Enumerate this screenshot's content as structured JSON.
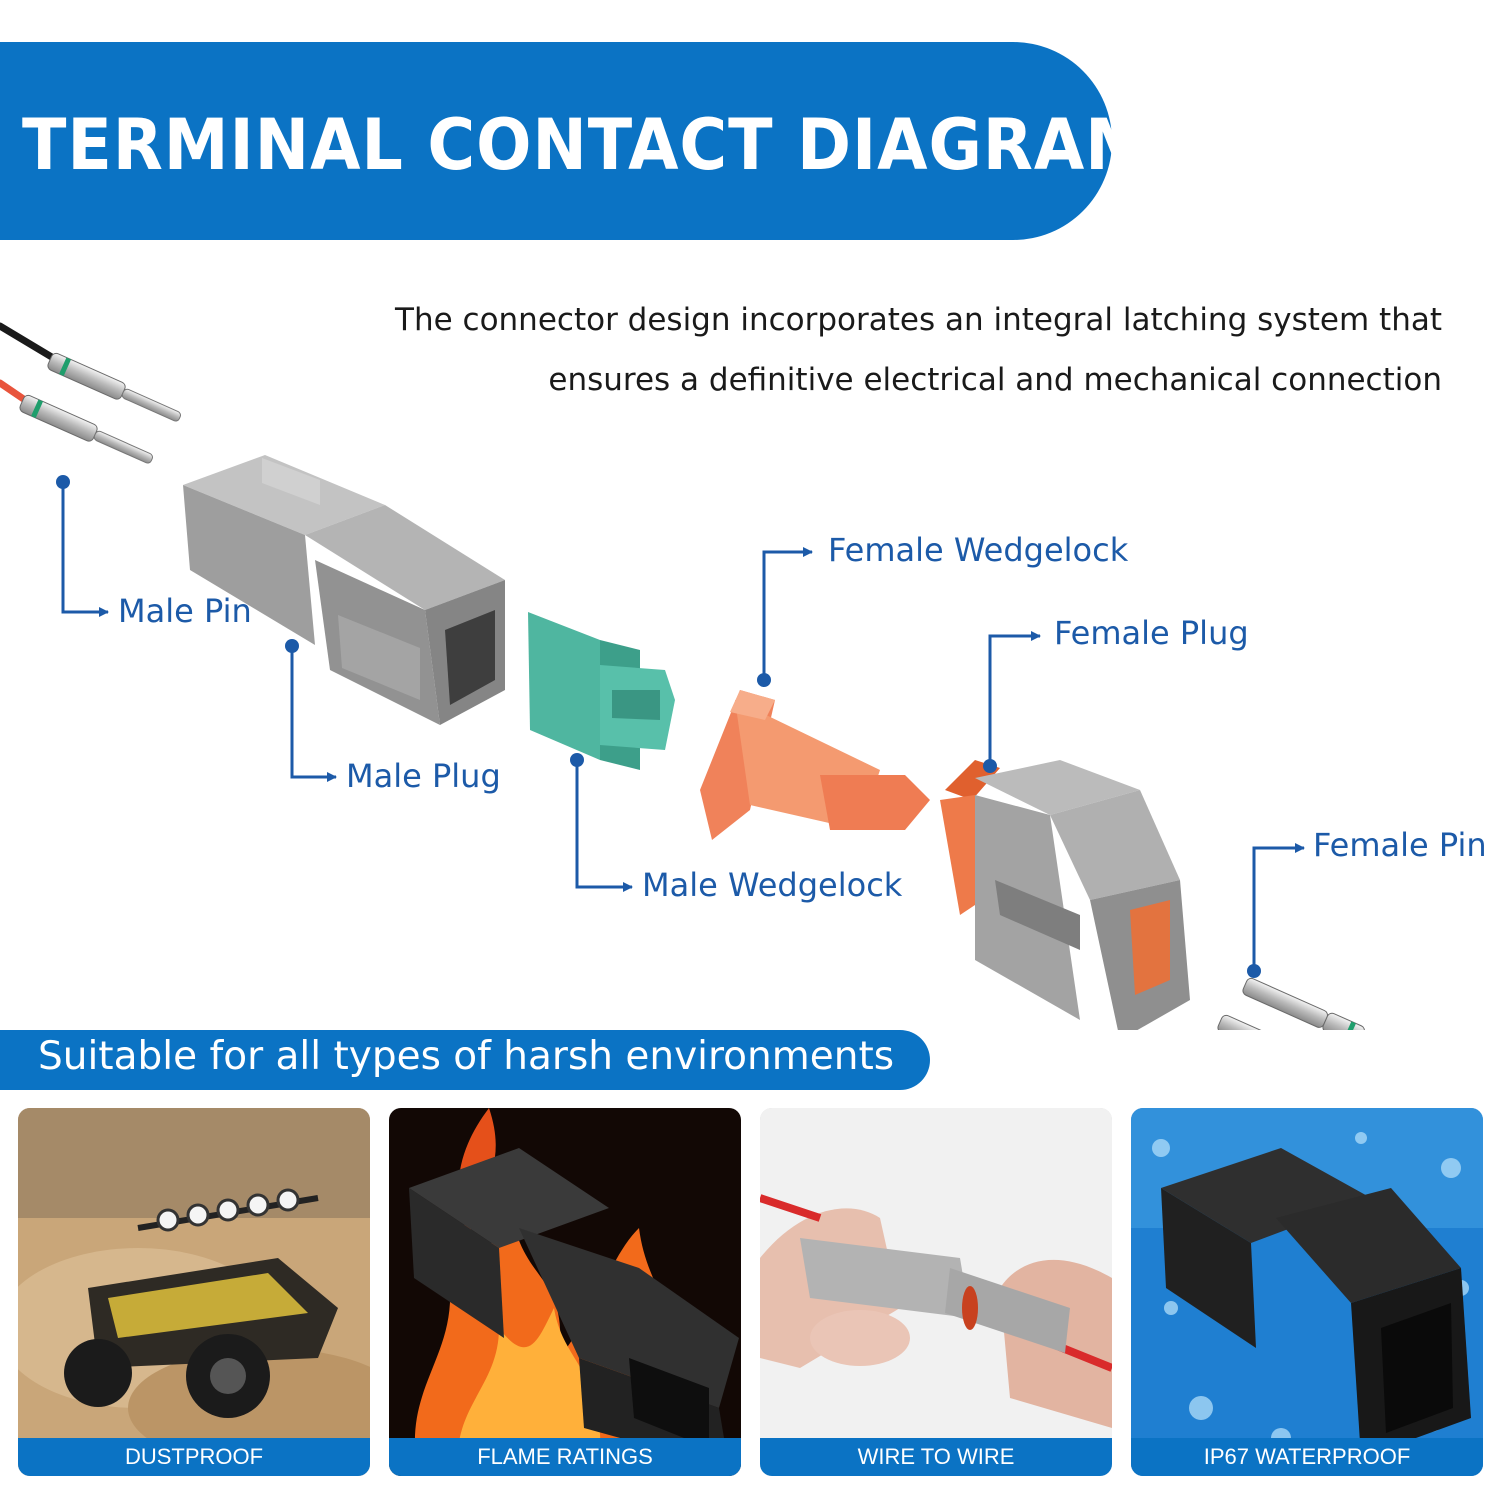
{
  "header": {
    "title": "TERMINAL CONTACT DIAGRAM",
    "description_line1": "The connector design incorporates an integral latching system that",
    "description_line2": "ensures a definitive electrical and mechanical connection"
  },
  "parts": {
    "male_pin": "Male Pin",
    "male_plug": "Male Plug",
    "male_wedgelock": "Male  Wedgelock",
    "female_wedgelock": "Female Wedgelock",
    "female_plug": "Female Plug",
    "female_pin": "Female Pin"
  },
  "environments": {
    "banner": "Suitable for all types of harsh environments",
    "cards": [
      {
        "caption": "DUSTPROOF"
      },
      {
        "caption": "FLAME RATINGS"
      },
      {
        "caption": "WIRE TO WIRE"
      },
      {
        "caption": "IP67 WATERPROOF"
      }
    ]
  },
  "colors": {
    "brand_blue": "#0b73c4",
    "label_blue": "#1c5aa8",
    "male_wedgelock": "#4fb6a0",
    "female_wedgelock": "#f0825a",
    "connector_gray": "#9a9a9a"
  }
}
